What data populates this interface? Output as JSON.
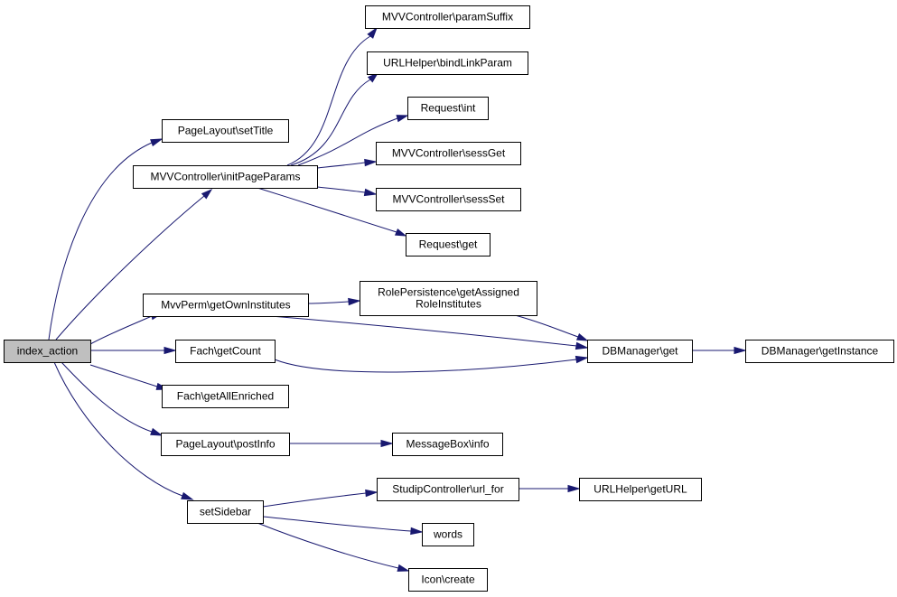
{
  "diagram": {
    "nodes": {
      "index_action": {
        "lines": [
          "index_action"
        ],
        "fill": "#bfbfbf"
      },
      "pagelayout_settitle": {
        "lines": [
          "PageLayout\\setTitle"
        ]
      },
      "mvv_initpageparams": {
        "lines": [
          "MVVController\\initPageParams"
        ]
      },
      "mvv_paramsuffix": {
        "lines": [
          "MVVController\\paramSuffix"
        ]
      },
      "urlhelper_bindlinkparam": {
        "lines": [
          "URLHelper\\bindLinkParam"
        ]
      },
      "request_int": {
        "lines": [
          "Request\\int"
        ]
      },
      "mvv_sessget": {
        "lines": [
          "MVVController\\sessGet"
        ]
      },
      "mvv_sessset": {
        "lines": [
          "MVVController\\sessSet"
        ]
      },
      "request_get": {
        "lines": [
          "Request\\get"
        ]
      },
      "mvvperm_getowninstitutes": {
        "lines": [
          "MvvPerm\\getOwnInstitutes"
        ]
      },
      "rolepersistence_getassigned": {
        "lines": [
          "RolePersistence\\getAssigned",
          "RoleInstitutes"
        ]
      },
      "dbmanager_get": {
        "lines": [
          "DBManager\\get"
        ]
      },
      "dbmanager_getinstance": {
        "lines": [
          "DBManager\\getInstance"
        ]
      },
      "fach_getcount": {
        "lines": [
          "Fach\\getCount"
        ]
      },
      "fach_getallenriched": {
        "lines": [
          "Fach\\getAllEnriched"
        ]
      },
      "pagelayout_postinfo": {
        "lines": [
          "PageLayout\\postInfo"
        ]
      },
      "messagebox_info": {
        "lines": [
          "MessageBox\\info"
        ]
      },
      "setsidebar": {
        "lines": [
          "setSidebar"
        ]
      },
      "studipcontroller_url_for": {
        "lines": [
          "StudipController\\url_for"
        ]
      },
      "urlhelper_geturl": {
        "lines": [
          "URLHelper\\getURL"
        ]
      },
      "words": {
        "lines": [
          "words"
        ]
      },
      "icon_create": {
        "lines": [
          "Icon\\create"
        ]
      }
    },
    "edges": [
      [
        "index_action",
        "pagelayout_settitle"
      ],
      [
        "index_action",
        "mvv_initpageparams"
      ],
      [
        "index_action",
        "mvvperm_getowninstitutes"
      ],
      [
        "index_action",
        "fach_getcount"
      ],
      [
        "index_action",
        "fach_getallenriched"
      ],
      [
        "index_action",
        "pagelayout_postinfo"
      ],
      [
        "index_action",
        "setsidebar"
      ],
      [
        "mvv_initpageparams",
        "mvv_paramsuffix"
      ],
      [
        "mvv_initpageparams",
        "urlhelper_bindlinkparam"
      ],
      [
        "mvv_initpageparams",
        "request_int"
      ],
      [
        "mvv_initpageparams",
        "mvv_sessget"
      ],
      [
        "mvv_initpageparams",
        "mvv_sessset"
      ],
      [
        "mvv_initpageparams",
        "request_get"
      ],
      [
        "mvvperm_getowninstitutes",
        "rolepersistence_getassigned"
      ],
      [
        "mvvperm_getowninstitutes",
        "dbmanager_get"
      ],
      [
        "rolepersistence_getassigned",
        "dbmanager_get"
      ],
      [
        "fach_getcount",
        "dbmanager_get"
      ],
      [
        "dbmanager_get",
        "dbmanager_getinstance"
      ],
      [
        "pagelayout_postinfo",
        "messagebox_info"
      ],
      [
        "setsidebar",
        "studipcontroller_url_for"
      ],
      [
        "setsidebar",
        "words"
      ],
      [
        "setsidebar",
        "icon_create"
      ],
      [
        "studipcontroller_url_for",
        "urlhelper_geturl"
      ]
    ],
    "colors": {
      "edge": "#191970",
      "node_fill": "#ffffff",
      "node_stroke": "#000000",
      "root_fill": "#bfbfbf"
    }
  }
}
